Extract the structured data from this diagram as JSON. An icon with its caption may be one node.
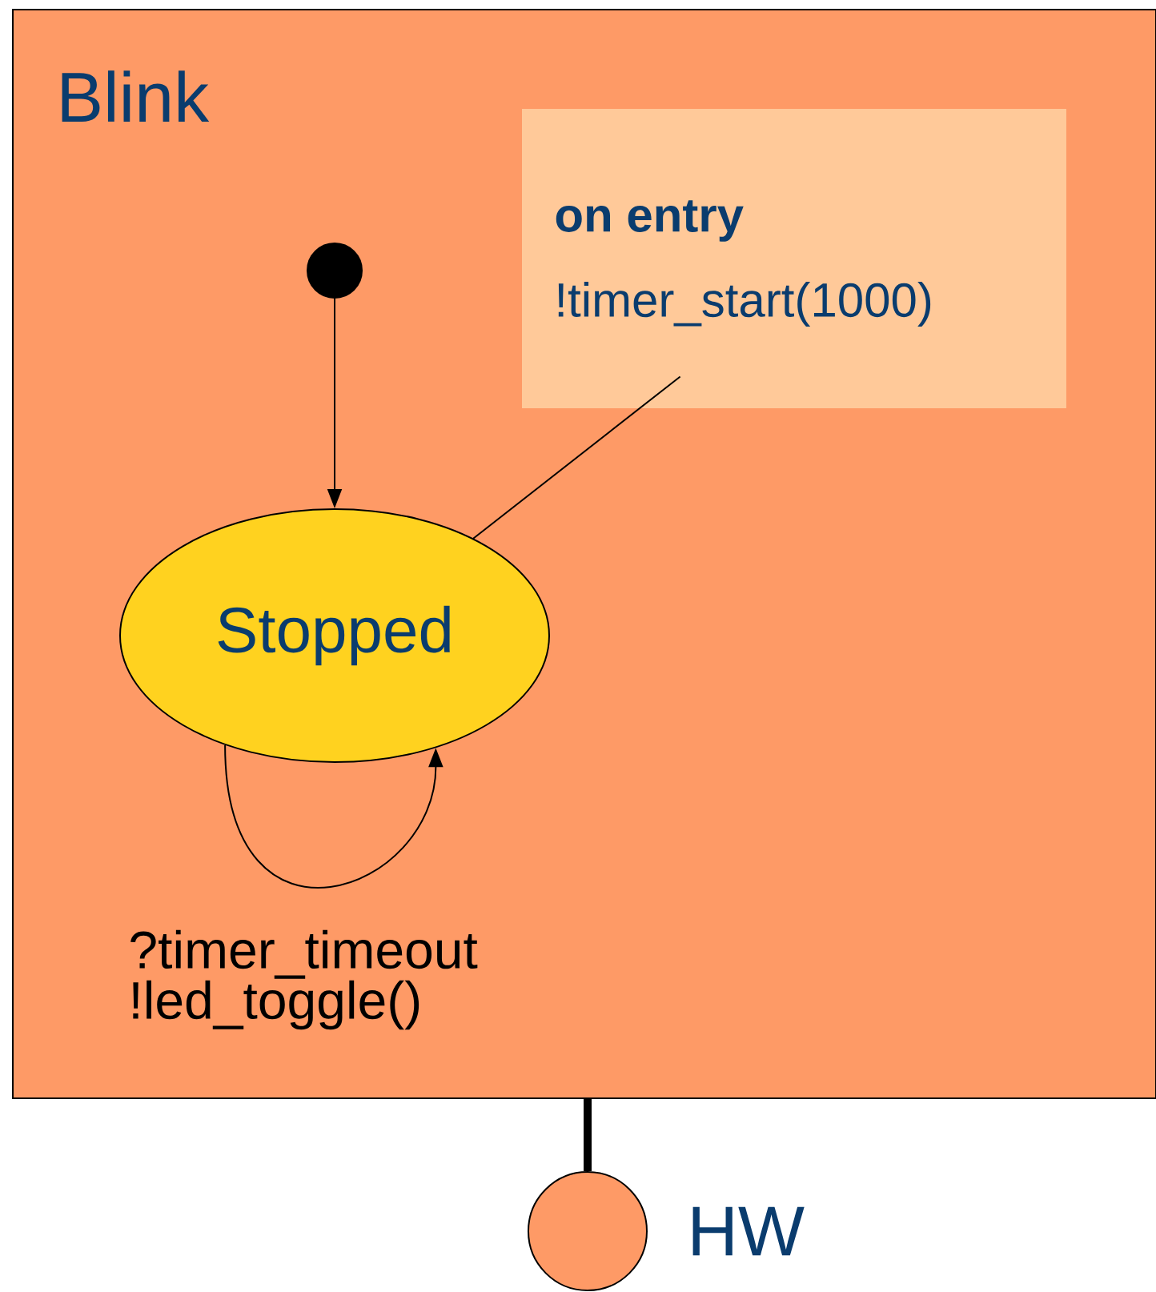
{
  "diagram": {
    "nodes": [
      {
        "text": [
          "Blink"
        ]
      },
      {
        "text": [],
        "shape": "circle",
        "in": 0
      },
      {
        "text": [
          "on entry",
          "!timer_start(1000)"
        ],
        "in": 0
      },
      {
        "text": [
          "Stopped"
        ],
        "in": 0
      },
      {
        "text": [],
        "shape": "circle",
        "beside": [
          "HW"
        ]
      }
    ],
    "edges": [
      {
        "from": 1,
        "to": 3,
        "arrow": "to"
      },
      {
        "from": 3,
        "to": 3,
        "arrow": "to",
        "label": "?timer_timeout !led_toggle()"
      },
      {
        "from": 2,
        "to": 3,
        "arrow": "none"
      },
      {
        "from": 0,
        "to": 4,
        "arrow": "none",
        "style": "thick"
      }
    ]
  }
}
